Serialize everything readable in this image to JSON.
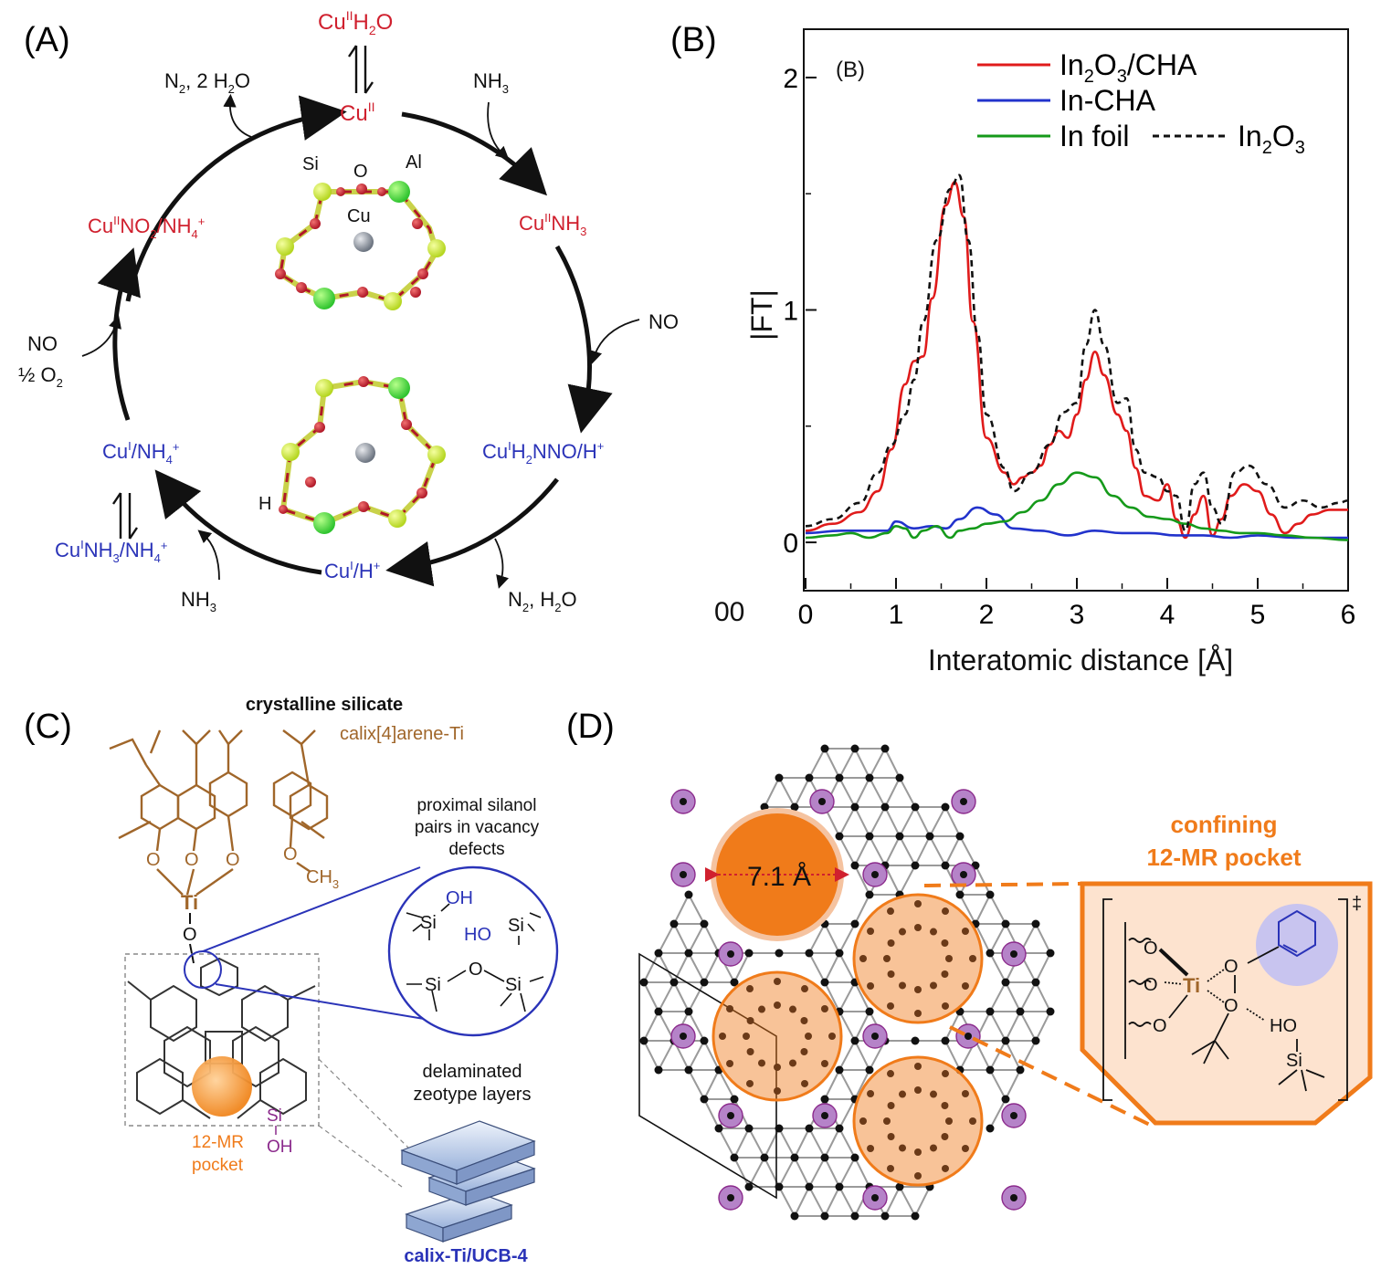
{
  "colors": {
    "red": "#d0202e",
    "blue": "#2a33b8",
    "orange": "#f07b1a",
    "brown": "#a0662a",
    "purple": "#8b2a8c",
    "black": "#111111",
    "green": "#14a020",
    "lightorange": "#fde3cf",
    "lavender": "#c8c4ef"
  },
  "panel_a": {
    "label": "(A)",
    "top": {
      "main": "Cu",
      "sup": "II",
      "end": "H",
      "sub": "2",
      "end2": "O"
    },
    "cu2": {
      "main": "Cu",
      "sup": "II"
    },
    "out_top_left": {
      "a": "N",
      "sub": "2",
      "b": ", 2 H",
      "sub2": "2",
      "c": "O"
    },
    "in_top_right": {
      "a": "NH",
      "sub": "3"
    },
    "left_red": {
      "a": "Cu",
      "sup": "II",
      "b": "NO",
      "sub": "2",
      "c": "/NH",
      "sub2": "4",
      "sup2": "+"
    },
    "right_red": {
      "a": "Cu",
      "sup": "II",
      "b": "NH",
      "sub": "3"
    },
    "no_right": "NO",
    "no_left": "NO",
    "o2_left": {
      "a": "½ O",
      "sub": "2"
    },
    "right_blue": {
      "a": "Cu",
      "sup": "I",
      "b": "H",
      "sub": "2",
      "c": "NNO/H",
      "sup2": "+"
    },
    "left_blue": {
      "a": "Cu",
      "sup": "I",
      "b": "/NH",
      "sub": "4",
      "sup2": "+"
    },
    "lower_left_blue": {
      "a": "Cu",
      "sup": "I",
      "b": "NH",
      "sub": "3",
      "c": "/NH",
      "sub2": "4",
      "sup2": "+"
    },
    "bottom_blue": {
      "a": "Cu",
      "sup": "I",
      "b": "/H",
      "sup2": "+"
    },
    "nh3_bottom": {
      "a": "NH",
      "sub": "3"
    },
    "out_bottom_right": {
      "a": "N",
      "sub": "2",
      "b": ", H",
      "sub2": "2",
      "c": "O"
    },
    "atoms": {
      "si": "Si",
      "o": "O",
      "al": "Al",
      "cu": "Cu",
      "h": "H"
    }
  },
  "panel_b": {
    "label": "(B)",
    "inset_label": "(B)",
    "corner_tick": "00",
    "ylabel": "|FT|",
    "xlabel": "Interatomic distance [Å]"
  },
  "chart_data": {
    "type": "line",
    "xlabel": "Interatomic distance [Å]",
    "ylabel": "|FT|",
    "xlim": [
      0,
      6
    ],
    "ylim": [
      -0.2,
      2.2
    ],
    "xticks": [
      "0",
      "1",
      "2",
      "3",
      "4",
      "5",
      "6"
    ],
    "yticks": [
      "0",
      "1",
      "2"
    ],
    "legend_position": "top-right",
    "series": [
      {
        "name": "In2O3/CHA",
        "legend": {
          "a": "In",
          "sub": "2",
          "b": "O",
          "sub2": "3",
          "c": "/CHA"
        },
        "color": "#e01b1b",
        "dash": "",
        "x": [
          0,
          0.3,
          0.6,
          0.8,
          0.95,
          1.1,
          1.2,
          1.3,
          1.4,
          1.55,
          1.65,
          1.75,
          1.85,
          2.0,
          2.2,
          2.3,
          2.4,
          2.5,
          2.6,
          2.7,
          2.8,
          2.9,
          3.0,
          3.1,
          3.2,
          3.3,
          3.45,
          3.55,
          3.65,
          3.75,
          3.9,
          4.0,
          4.1,
          4.2,
          4.3,
          4.4,
          4.5,
          4.6,
          4.7,
          4.85,
          5.0,
          5.15,
          5.3,
          5.45,
          5.6,
          5.8,
          6.0
        ],
        "y": [
          0.05,
          0.08,
          0.13,
          0.22,
          0.4,
          0.68,
          0.78,
          0.8,
          1.05,
          1.45,
          1.55,
          1.4,
          0.95,
          0.45,
          0.3,
          0.25,
          0.28,
          0.3,
          0.33,
          0.42,
          0.48,
          0.45,
          0.55,
          0.7,
          0.82,
          0.72,
          0.55,
          0.48,
          0.32,
          0.2,
          0.18,
          0.25,
          0.1,
          0.02,
          0.12,
          0.2,
          0.03,
          0.1,
          0.2,
          0.25,
          0.22,
          0.12,
          0.04,
          0.08,
          0.12,
          0.14,
          0.14
        ]
      },
      {
        "name": "In-CHA",
        "legend": {
          "a": "In-CHA"
        },
        "color": "#2233cc",
        "dash": "",
        "x": [
          0,
          0.4,
          0.9,
          1.0,
          1.2,
          1.4,
          1.55,
          1.7,
          1.9,
          2.1,
          2.3,
          2.6,
          2.9,
          3.2,
          3.5,
          3.8,
          4.1,
          4.4,
          4.7,
          5.0,
          5.4,
          5.8,
          6.0
        ],
        "y": [
          0.04,
          0.05,
          0.05,
          0.09,
          0.06,
          0.07,
          0.06,
          0.1,
          0.15,
          0.12,
          0.06,
          0.05,
          0.03,
          0.05,
          0.04,
          0.04,
          0.03,
          0.03,
          0.02,
          0.03,
          0.02,
          0.02,
          0.02
        ]
      },
      {
        "name": "In foil",
        "legend": {
          "a": "In foil"
        },
        "color": "#159a1a",
        "dash": "",
        "x": [
          0,
          0.3,
          0.5,
          0.7,
          0.9,
          1.0,
          1.1,
          1.2,
          1.3,
          1.45,
          1.6,
          1.7,
          1.85,
          2.0,
          2.2,
          2.4,
          2.6,
          2.8,
          3.0,
          3.2,
          3.4,
          3.6,
          3.8,
          4.0,
          4.2,
          4.4,
          4.6,
          4.8,
          5.0,
          5.3,
          5.6,
          6.0
        ],
        "y": [
          0.02,
          0.03,
          0.04,
          0.02,
          0.04,
          0.07,
          0.06,
          0.02,
          0.05,
          0.07,
          0.02,
          0.05,
          0.06,
          0.08,
          0.09,
          0.13,
          0.18,
          0.25,
          0.3,
          0.28,
          0.2,
          0.15,
          0.11,
          0.1,
          0.08,
          0.06,
          0.05,
          0.04,
          0.04,
          0.03,
          0.02,
          0.01
        ]
      },
      {
        "name": "In2O3",
        "legend": {
          "a": "In",
          "sub": "2",
          "b": "O",
          "sub2": "3"
        },
        "color": "#111111",
        "dash": "7,5",
        "x": [
          0,
          0.3,
          0.6,
          0.8,
          0.95,
          1.1,
          1.2,
          1.3,
          1.45,
          1.6,
          1.7,
          1.8,
          1.9,
          2.0,
          2.2,
          2.3,
          2.5,
          2.7,
          2.85,
          3.0,
          3.1,
          3.2,
          3.3,
          3.45,
          3.55,
          3.65,
          3.75,
          3.9,
          4.0,
          4.1,
          4.2,
          4.3,
          4.4,
          4.5,
          4.6,
          4.75,
          4.9,
          5.1,
          5.3,
          5.5,
          5.7,
          5.9,
          6.0
        ],
        "y": [
          0.07,
          0.1,
          0.17,
          0.3,
          0.42,
          0.55,
          0.7,
          0.95,
          1.3,
          1.52,
          1.58,
          1.3,
          0.9,
          0.55,
          0.32,
          0.22,
          0.3,
          0.42,
          0.56,
          0.6,
          0.85,
          1.0,
          0.85,
          0.6,
          0.62,
          0.4,
          0.3,
          0.28,
          0.22,
          0.2,
          0.05,
          0.25,
          0.3,
          0.15,
          0.08,
          0.3,
          0.33,
          0.25,
          0.15,
          0.18,
          0.15,
          0.17,
          0.18
        ]
      }
    ]
  },
  "panel_c": {
    "label": "(C)",
    "title": "crystalline silicate",
    "calix": "calix[4]arene-Ti",
    "o1": "O",
    "o2": "O",
    "o3": "O",
    "o4": "O",
    "ch3": {
      "a": "CH",
      "sub": "3"
    },
    "ti": "Ti",
    "o_link": "O",
    "silanol_heading": [
      "proximal silanol",
      "pairs in vacancy",
      "defects"
    ],
    "circle": {
      "si1": "Si",
      "oh1": "OH",
      "si2": "Si",
      "ho2": "HO",
      "si3": "Si",
      "o3": "O",
      "si4": "Si"
    },
    "pocket": [
      "12-MR",
      "pocket"
    ],
    "si_oh": {
      "si": "Si",
      "oh": "OH"
    },
    "delam": [
      "delaminated",
      "zeotype layers"
    ],
    "product": "calix-Ti/UCB-4"
  },
  "panel_d": {
    "label": "(D)",
    "pore_size": "7.1 Å",
    "pocket_title": [
      "confining",
      "12-MR pocket"
    ],
    "dagger": "‡",
    "ts": {
      "o1": "O",
      "o2": "O",
      "o3": "O",
      "ti": "Ti",
      "o4": "O",
      "o5": "O",
      "ho": "HO",
      "si": "Si"
    }
  }
}
